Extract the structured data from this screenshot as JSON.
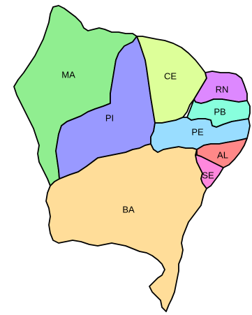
{
  "map": {
    "states": [
      {
        "id": "ma",
        "label": "MA",
        "color": "#90EE90"
      },
      {
        "id": "pi",
        "label": "PI",
        "color": "#9999FF"
      },
      {
        "id": "ce",
        "label": "CE",
        "color": "#DDFF99"
      },
      {
        "id": "rn",
        "label": "RN",
        "color": "#DD88FF"
      },
      {
        "id": "pb",
        "label": "PB",
        "color": "#88FFDD"
      },
      {
        "id": "pe",
        "label": "PE",
        "color": "#99DDFF"
      },
      {
        "id": "al",
        "label": "AL",
        "color": "#FF8888"
      },
      {
        "id": "se",
        "label": "SE",
        "color": "#FF88DD"
      },
      {
        "id": "ba",
        "label": "BA",
        "color": "#FFDD99"
      }
    ]
  }
}
